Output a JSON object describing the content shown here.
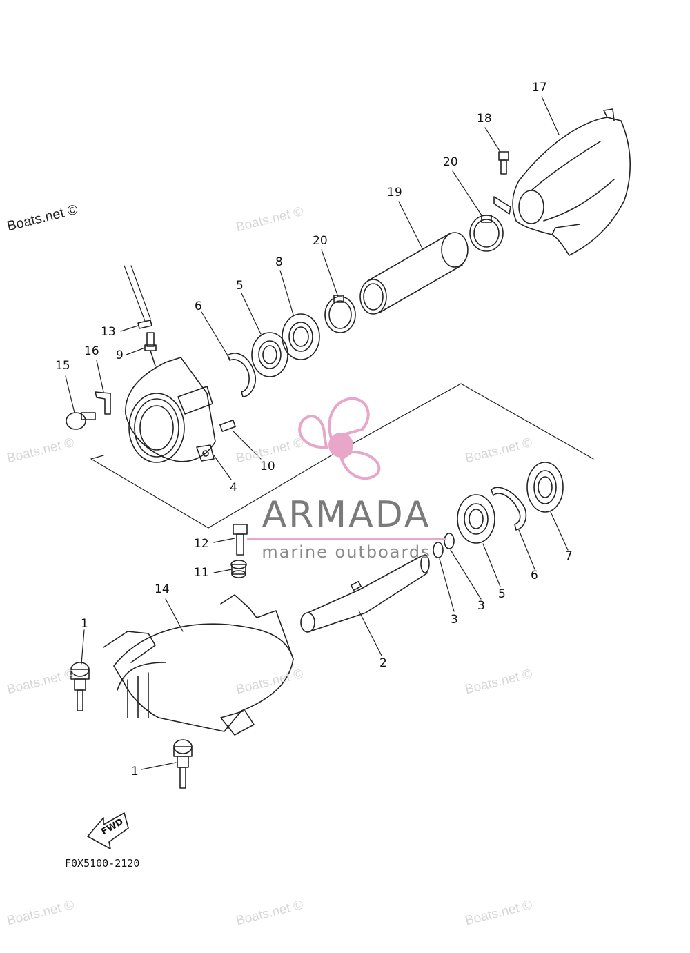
{
  "watermark": "Boats.net ©",
  "part_numbers": [
    "1",
    "1",
    "2",
    "3",
    "3",
    "4",
    "5",
    "5",
    "6",
    "6",
    "7",
    "8",
    "9",
    "10",
    "11",
    "12",
    "13",
    "14",
    "15",
    "16",
    "17",
    "18",
    "19",
    "20",
    "20"
  ],
  "brand": {
    "name": "ARMADA",
    "tagline": "marine outboards",
    "accent_color": "#e8a6c8"
  },
  "arrow_label": "FWD",
  "diagram_code": "F0X5100-2120",
  "colors": {
    "line": "#222222",
    "watermark": "#d7d7d7"
  }
}
